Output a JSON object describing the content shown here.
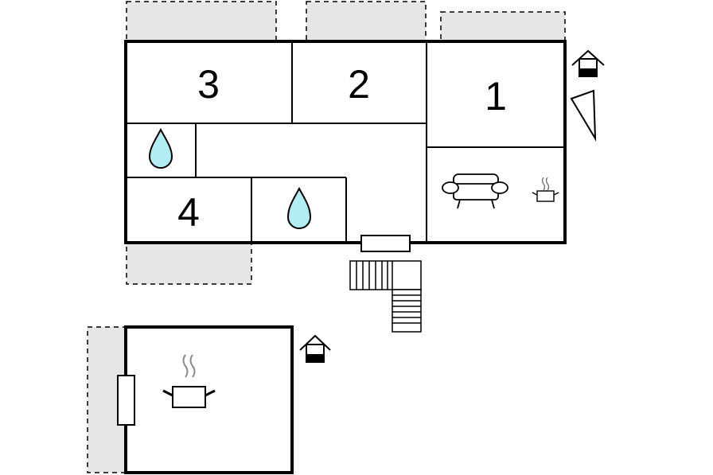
{
  "rooms": {
    "room_1": "1",
    "room_2": "2",
    "room_3": "3",
    "room_4": "4"
  },
  "icons": {
    "bathroom": "water-drop-icon",
    "living": "sofa-icon",
    "kitchen": "cooking-pot-icon",
    "house": "house-icon",
    "compass": "north-arrow-icon"
  },
  "colors": {
    "wall": "#000000",
    "terrace": "#e6e6e6",
    "water": "#b3ecf2"
  }
}
